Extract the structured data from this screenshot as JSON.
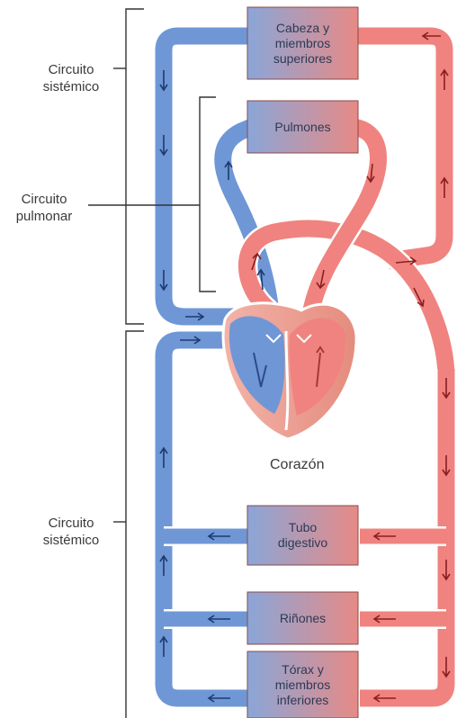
{
  "labels": {
    "circuito_sistemico_top": "Circuito\nsistémico",
    "circuito_pulmonar": "Circuito\npulmonar",
    "circuito_sistemico_bottom": "Circuito\nsistémico",
    "corazon": "Corazón"
  },
  "organs": {
    "cabeza": "Cabeza y\nmiembros\nsuperiores",
    "pulmones": "Pulmones",
    "tubo": "Tubo\ndigestivo",
    "rinones": "Riñones",
    "torax": "Tórax y\nmiembros\ninferiores"
  },
  "colors": {
    "oxygenated": "#f0837f",
    "deoxygenated": "#6f97d6",
    "outline": "#ffffff",
    "bracket": "#333333",
    "organ_border": "#8a4a4a"
  }
}
